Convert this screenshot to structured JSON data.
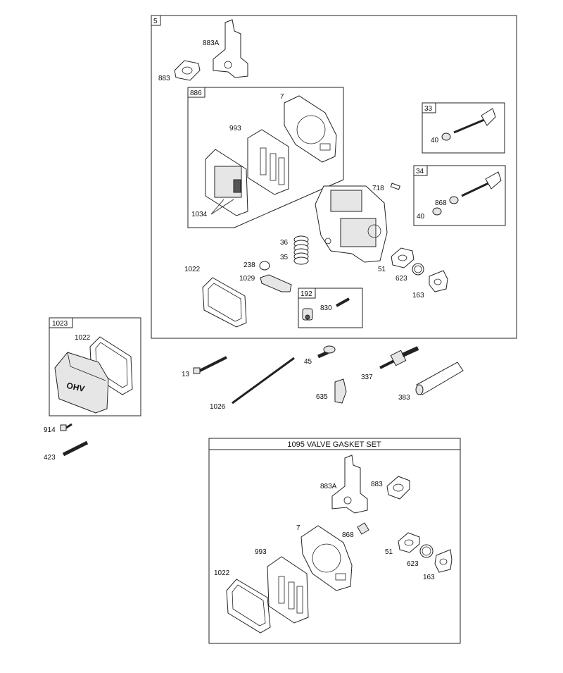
{
  "groups": {
    "box_5": "5",
    "box_886": "886",
    "box_33": "33",
    "box_34": "34",
    "box_192": "192",
    "box_1023": "1023",
    "box_1095_title": "1095 VALVE GASKET SET"
  },
  "labels": {
    "p883A_top": "883A",
    "p883_top": "883",
    "p7_top": "7",
    "p993_top": "993",
    "p1034": "1034",
    "p718": "718",
    "p40_a": "40",
    "p40_b": "40",
    "p868_top": "868",
    "p36": "36",
    "p35": "35",
    "p238": "238",
    "p1022_top": "1022",
    "p1029": "1029",
    "p51_top": "51",
    "p623_top": "623",
    "p163_top": "163",
    "p830": "830",
    "p1022_cover": "1022",
    "p914": "914",
    "p423": "423",
    "p13": "13",
    "p1026": "1026",
    "p45": "45",
    "p635": "635",
    "p337": "337",
    "p383": "383",
    "p883A_set": "883A",
    "p883_set": "883",
    "p7_set": "7",
    "p868_set": "868",
    "p51_set": "51",
    "p623_set": "623",
    "p163_set": "163",
    "p993_set": "993",
    "p1022_set": "1022"
  },
  "cover_logo_text": "OHV"
}
